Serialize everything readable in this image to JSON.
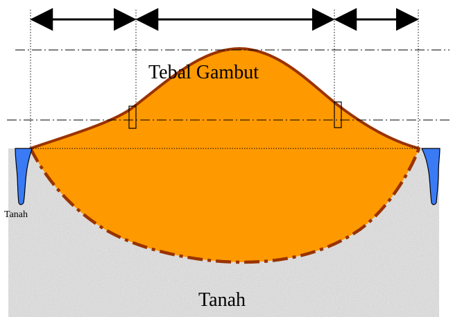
{
  "labels": {
    "peat_thickness": "Tebal Gambut",
    "soil_left": "Tanah",
    "soil_bottom": "Tanah"
  },
  "colors": {
    "peat_fill": "#FF9900",
    "peat_outline": "#993300",
    "soil_fill": "#D2D2D2",
    "water": "#3A7BF5",
    "arrows": "#000000",
    "guide_lines": "#000000"
  },
  "icons": {
    "dimension_arrow": "double-headed-arrow",
    "well_marker": "small-rectangle"
  }
}
